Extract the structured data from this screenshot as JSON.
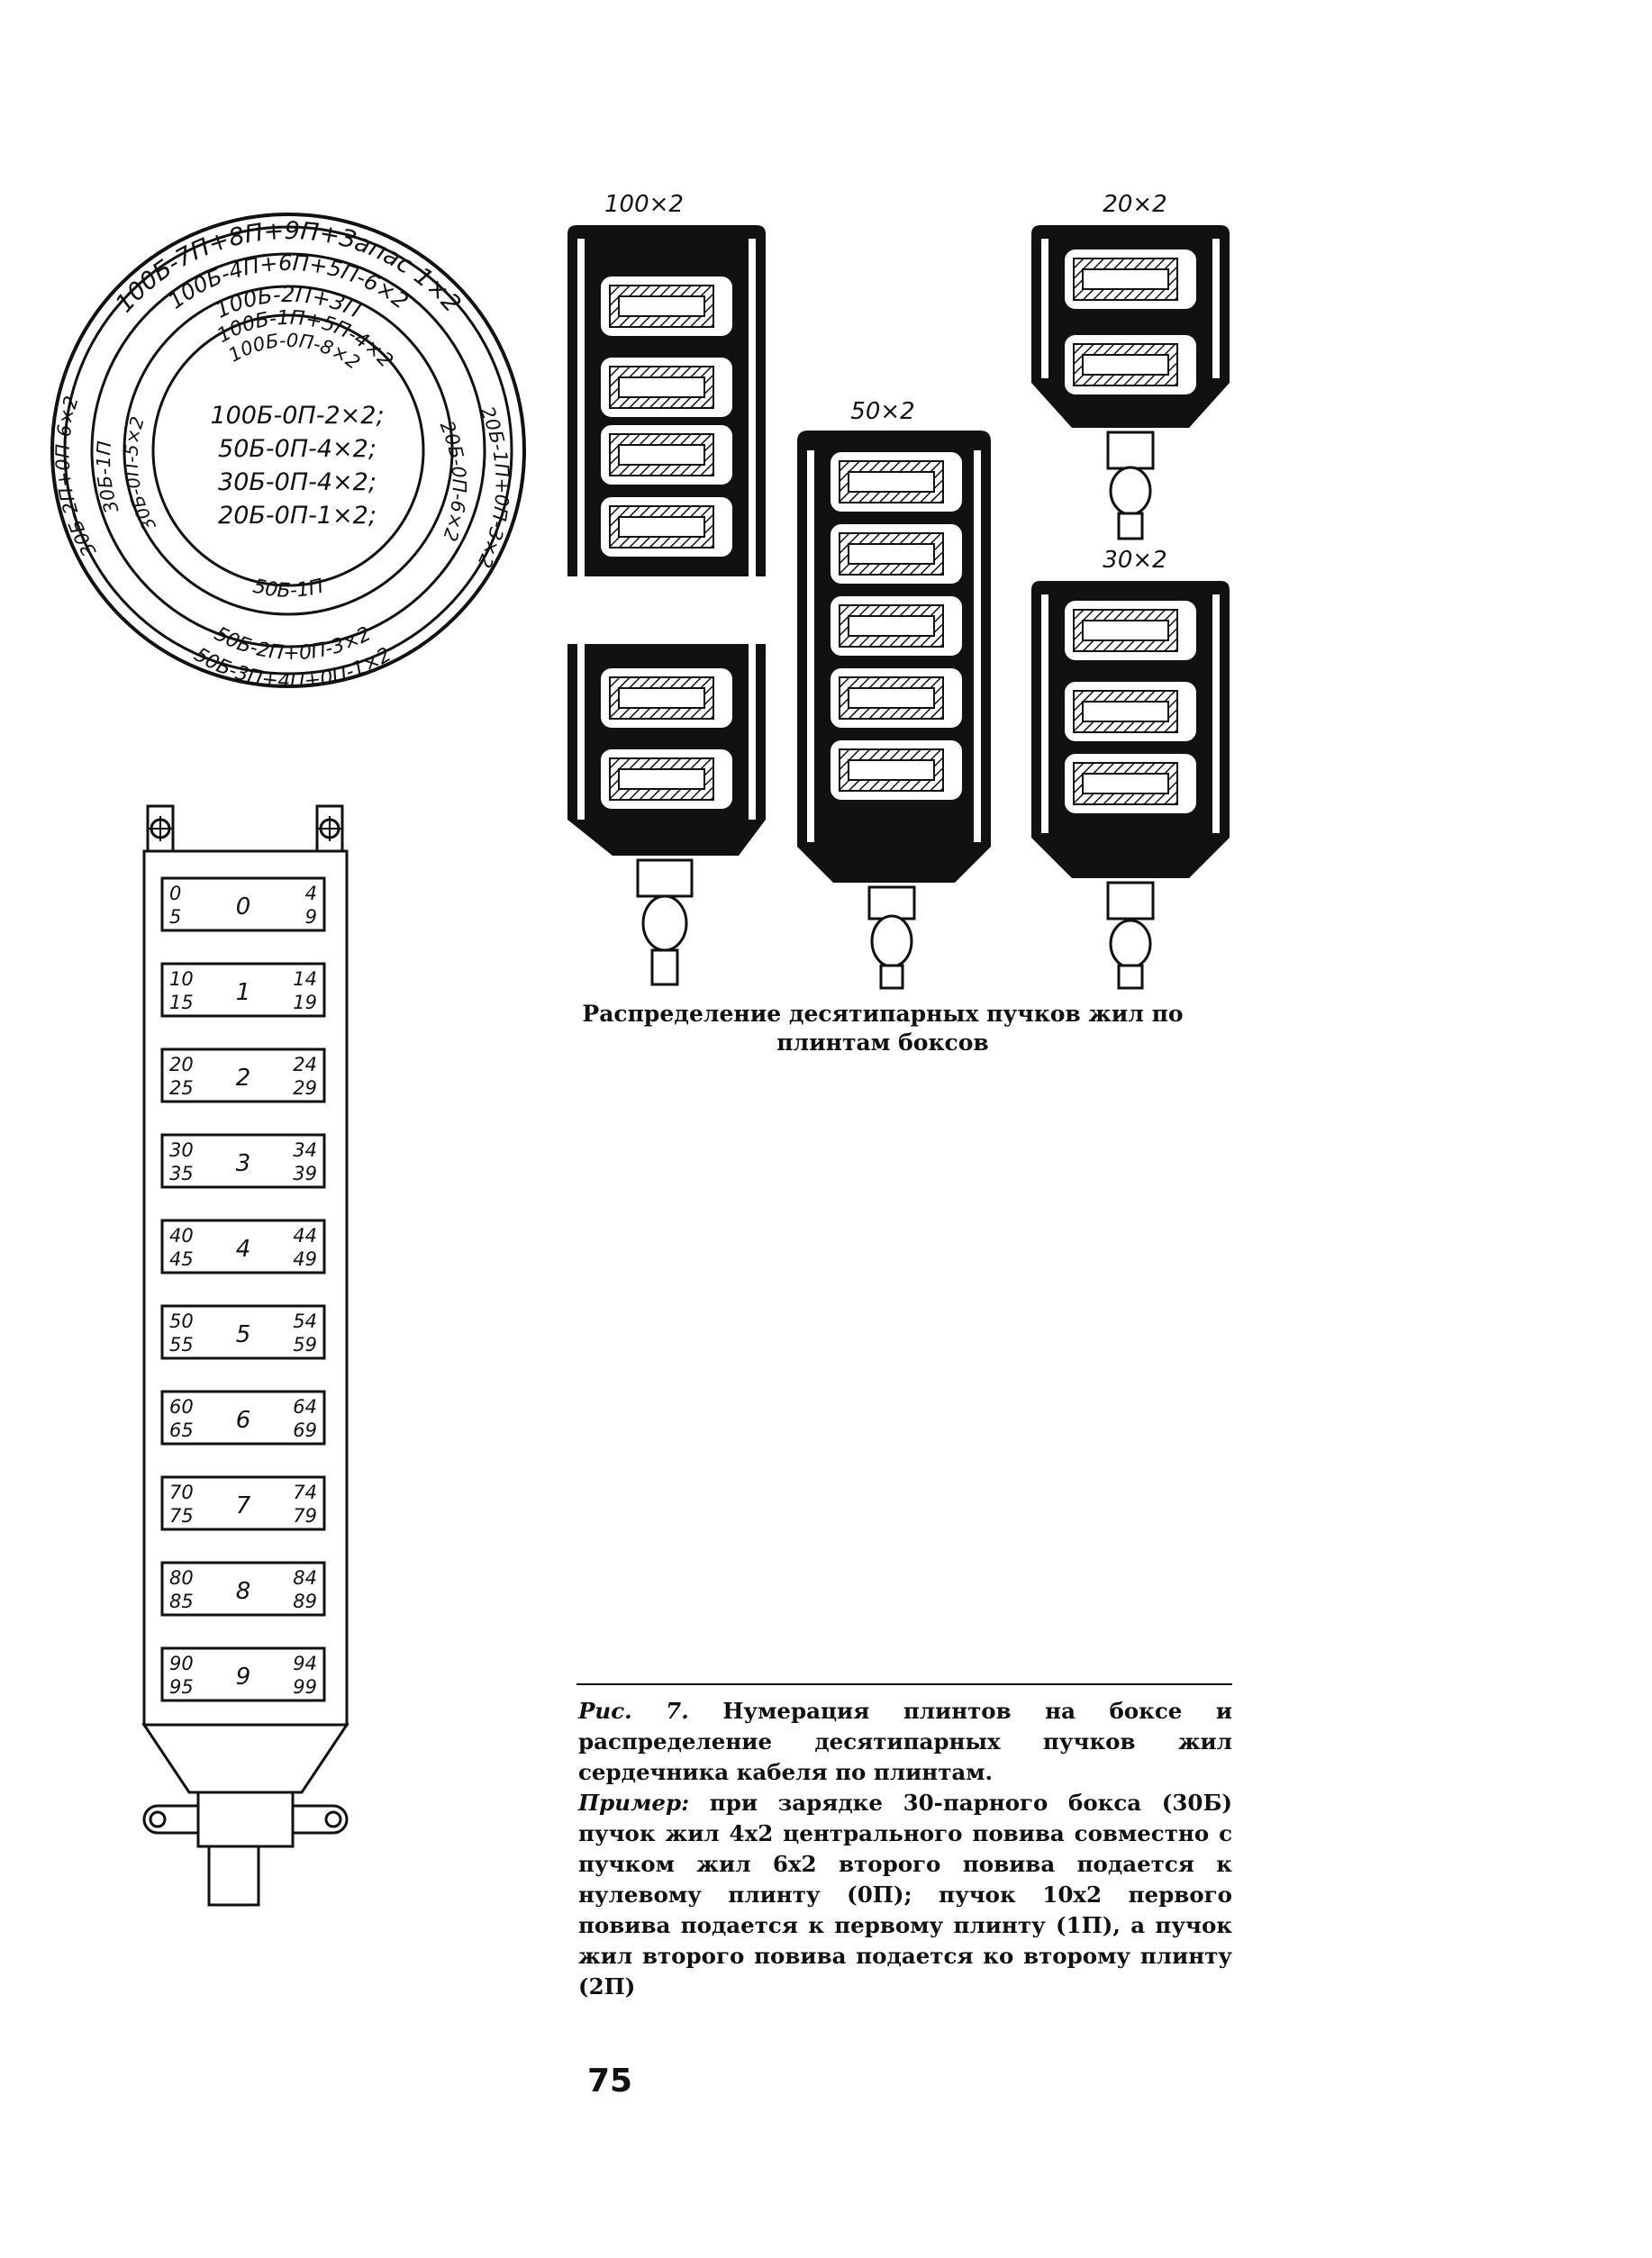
{
  "rings": {
    "outer": "100Б-7П+8П+9П+Запас 1×2",
    "ring2": "100Б-4П+6П+5П-6×2",
    "ring3": "100Б-2П+3П",
    "ring4": "100Б-1П+5П-4×2",
    "ring5": "100Б-0П-8×2",
    "left2": "30Б-2П+0П-6×2",
    "left3": "30Б-1П",
    "left4": "30Б-0П-5×2",
    "right2": "20Б-1П+0П-3×2",
    "right3": "20Б-0П-6×2",
    "bottom1": "50Б-1П",
    "bottom2": "50Б-2П+0П-3×2",
    "bottom3": "50Б-3П+4П+0П-1×2",
    "center": [
      "100Б-0П-2×2;",
      "50Б-0П-4×2;",
      "30Б-0П-4×2;",
      "20Б-0П-1×2;"
    ]
  },
  "plinths": [
    {
      "tl": "0",
      "bl": "5",
      "num": "0",
      "tr": "4",
      "br": "9"
    },
    {
      "tl": "10",
      "bl": "15",
      "num": "1",
      "tr": "14",
      "br": "19"
    },
    {
      "tl": "20",
      "bl": "25",
      "num": "2",
      "tr": "24",
      "br": "29"
    },
    {
      "tl": "30",
      "bl": "35",
      "num": "3",
      "tr": "34",
      "br": "39"
    },
    {
      "tl": "40",
      "bl": "45",
      "num": "4",
      "tr": "44",
      "br": "49"
    },
    {
      "tl": "50",
      "bl": "55",
      "num": "5",
      "tr": "54",
      "br": "59"
    },
    {
      "tl": "60",
      "bl": "65",
      "num": "6",
      "tr": "64",
      "br": "69"
    },
    {
      "tl": "70",
      "bl": "75",
      "num": "7",
      "tr": "74",
      "br": "79"
    },
    {
      "tl": "80",
      "bl": "85",
      "num": "8",
      "tr": "84",
      "br": "89"
    },
    {
      "tl": "90",
      "bl": "95",
      "num": "9",
      "tr": "94",
      "br": "99"
    }
  ],
  "boxes": {
    "b100": "100×2",
    "b20": "20×2",
    "b50": "50×2",
    "b30": "30×2"
  },
  "caption_top": "Распределение десятипарных пучков жил по плинтам боксов",
  "figure_caption": {
    "label": "Рис. 7.",
    "text": "Нумерация плинтов на боксе и распределение десятипарных пучков жил сердечника кабеля по плинтам.",
    "example_label": "Пример:",
    "example_text": "при зарядке 30-парного бокса (30Б) пучок жил 4х2 центрального повива совместно с пучком жил 6х2 второго повива подается к нулевому плинту (0П); пучок 10х2 первого повива подается к первому плинту (1П), а пучок жил второго повива подается ко второму плинту (2П)"
  },
  "page_number": "75"
}
